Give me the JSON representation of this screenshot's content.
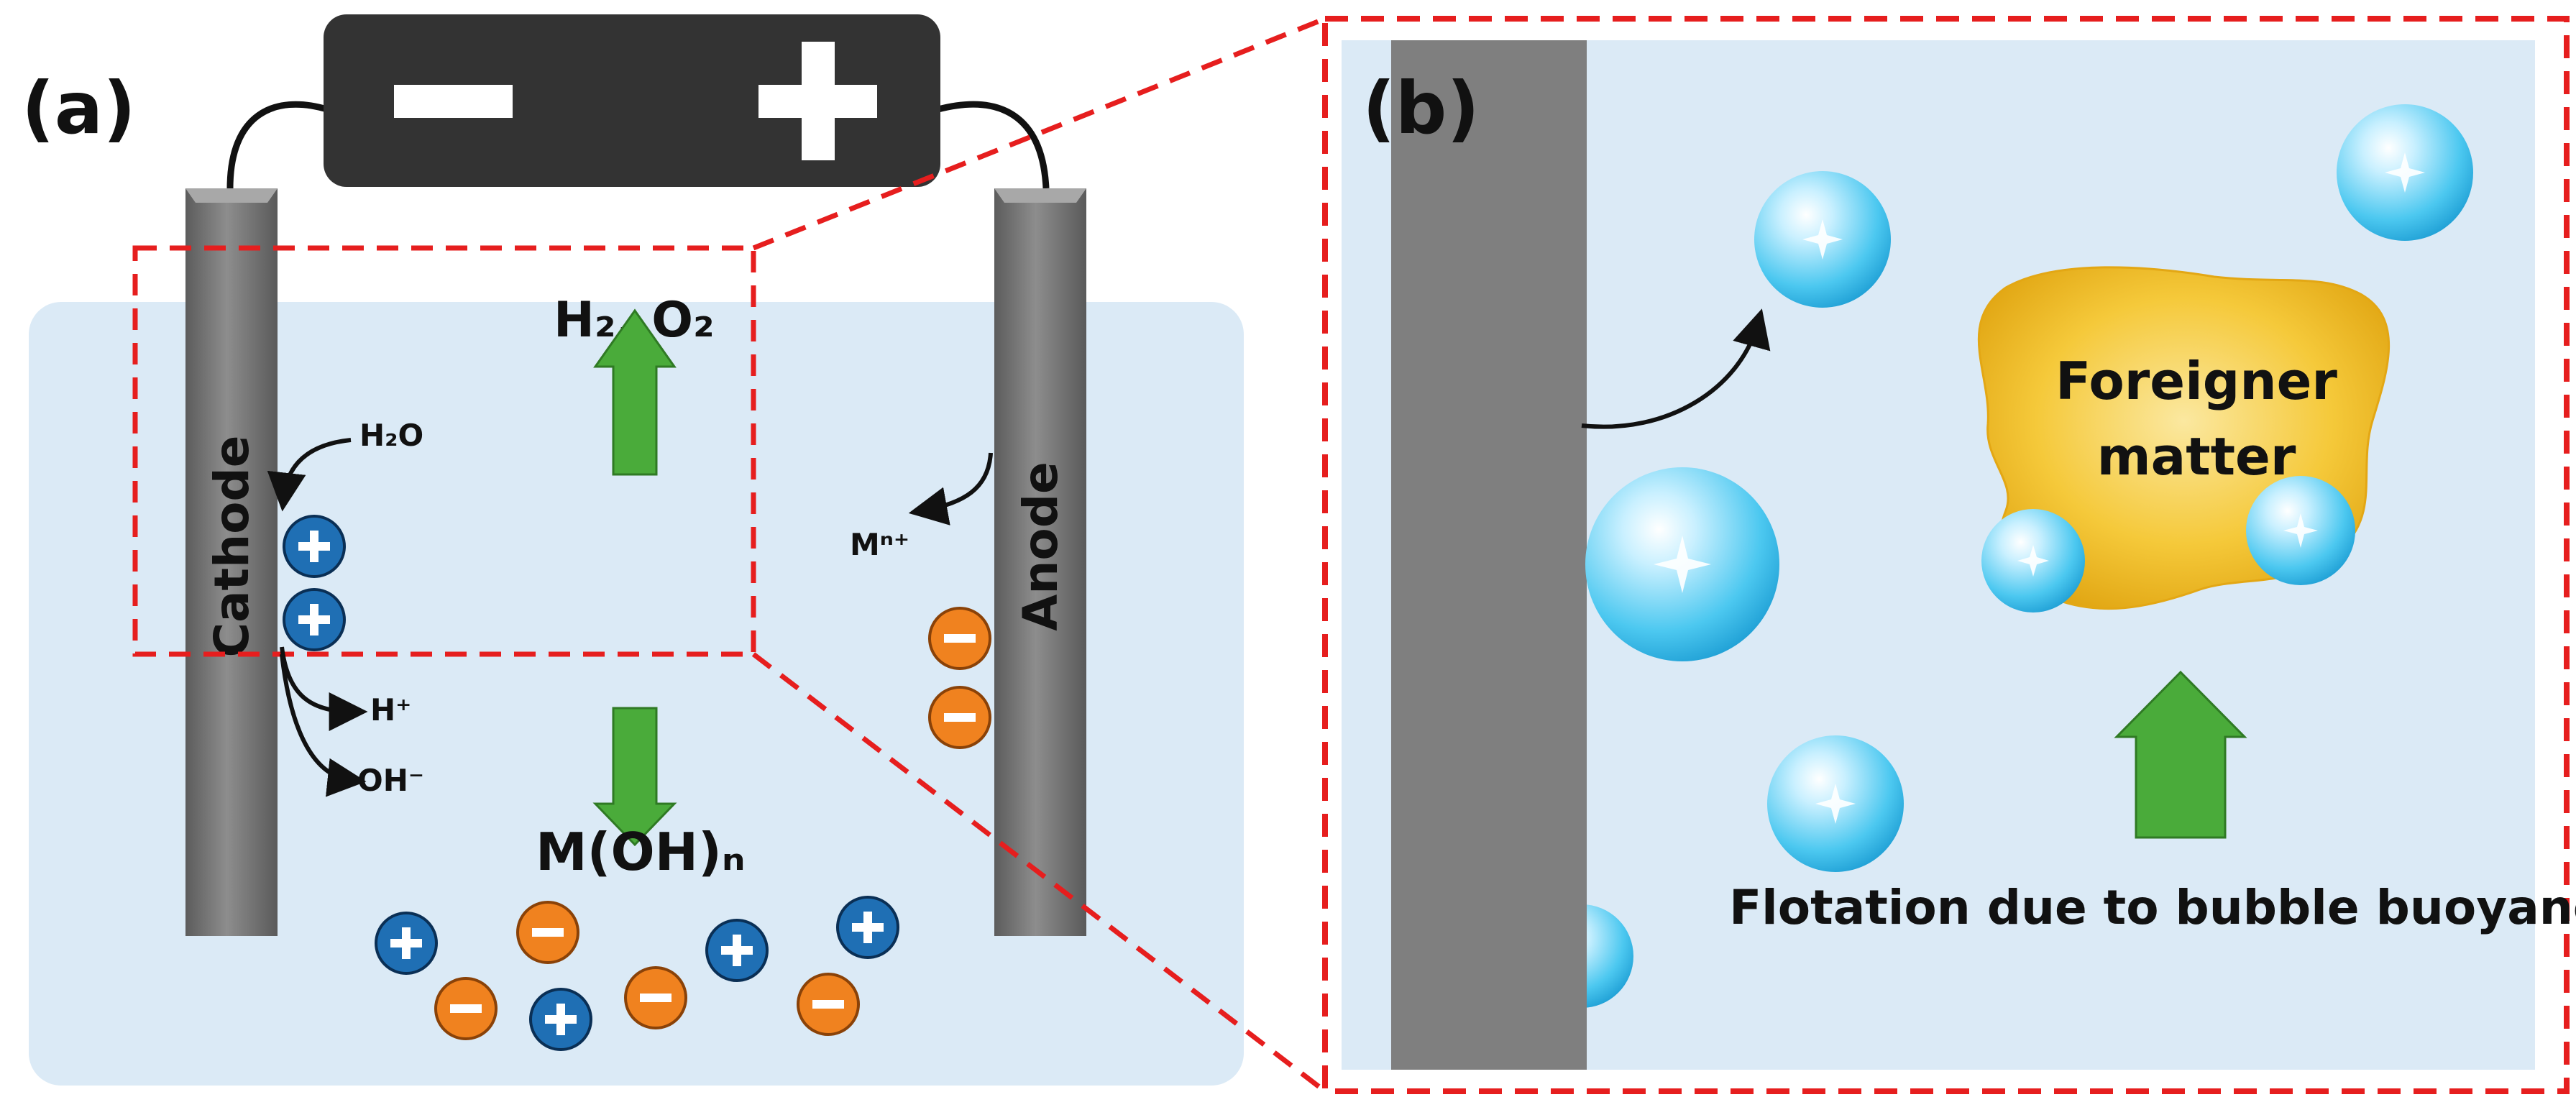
{
  "panel_a": {
    "label": "(a)",
    "battery": {
      "negative_symbol": "minus-icon",
      "positive_symbol": "plus-icon",
      "body_color": "#333333"
    },
    "electrolyte_color": "#dbeaf6",
    "electrode_color": "#7a7a7a",
    "cathode_label": "Cathode",
    "anode_label": "Anode",
    "water_label": "H₂O",
    "gas_label": "H₂, O₂",
    "metal_ion_label": "Mⁿ⁺",
    "hydrogen_ion_label": "H⁺",
    "hydroxide_label": "OH⁻",
    "precipitate_label": "M(OH)ₙ",
    "positive_ion_color": "#1f6fb4",
    "negative_ion_color": "#f0821f",
    "arrow_color": "#4aab3a"
  },
  "panel_b": {
    "label": "(b)",
    "background_color": "#dbeaf6",
    "frame_color": "#e61e1e",
    "electrode_color": "#7f7f7f",
    "foreign_matter_line1": "Foreigner",
    "foreign_matter_line2": "matter",
    "foreign_matter_color": "#f2bf2a",
    "bubble_color": "#29b6e6",
    "caption": "Flotation due to bubble buoyancy"
  }
}
